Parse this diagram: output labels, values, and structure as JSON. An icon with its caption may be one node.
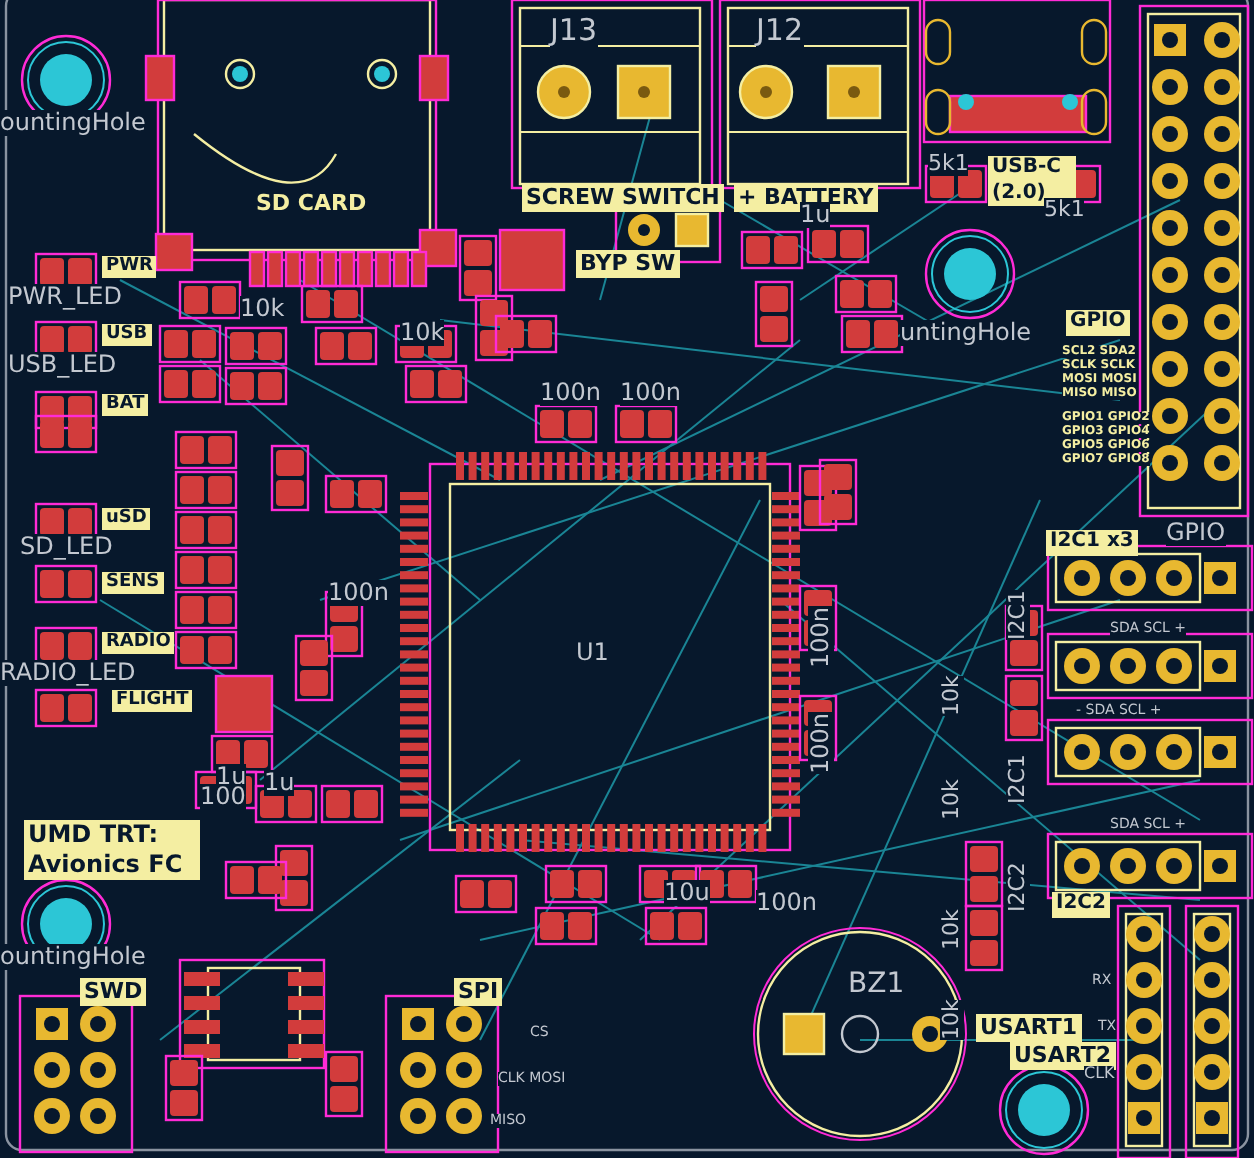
{
  "diagram": {
    "labels": [
      "SD CARD",
      "J13",
      "J12",
      "SCREW SWITCH",
      "+ BATTERY",
      "BYP SW",
      "USB-C (2.0)",
      "5k1",
      "5k1",
      "GPIO",
      "SCL2 SDA2",
      "SCLK SCLK",
      "MOSI MOSI",
      "MISO MISO",
      "GPIO1 GPIO2",
      "GPIO3 GPIO4",
      "GPIO5 GPIO6",
      "GPIO7 GPIO8",
      "PWR",
      "PWR_LED",
      "USB",
      "USB_LED",
      "BAT",
      "uSD",
      "SD_LED",
      "SENS",
      "RADIO",
      "RADIO_LED",
      "FLIGHT",
      "U1",
      "100n",
      "100n",
      "100n",
      "1u",
      "100n",
      "100n",
      "I2C1 x3",
      "I2C1",
      "SDA SCL +",
      "- SDA SCL +",
      "I2C1",
      "SDA SCL +",
      "I2C2",
      "I2C2",
      "UMD TRT: Avionics FC",
      "SWD",
      "SPI",
      "CS",
      "CLK MOSI",
      "MISO",
      "BZ1",
      "USART1",
      "USART2",
      "RX",
      "TX",
      "CLK",
      "GPIO",
      "ountingHole",
      "untingHole",
      "ountingHole",
      "10k",
      "10k",
      "10k",
      "10k",
      "10k",
      "10k",
      "1u",
      "100",
      "10u",
      "100n",
      "1u"
    ]
  }
}
